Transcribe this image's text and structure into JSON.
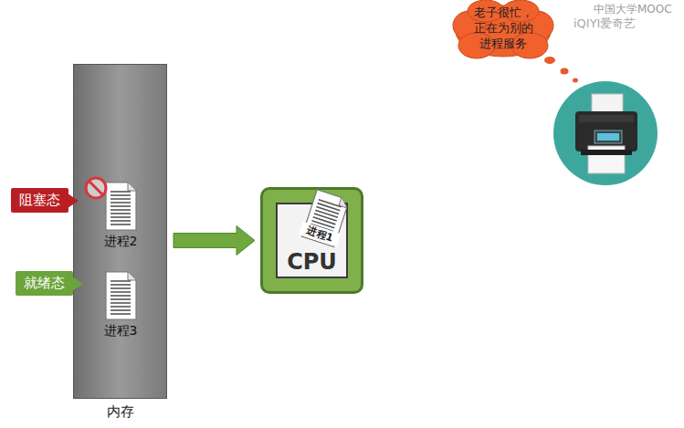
{
  "diagram": {
    "nodes": [
      {
        "text": [
          "内存"
        ]
      },
      {
        "text": [
          "进程2"
        ],
        "in": 0
      },
      {
        "text": [
          "进程3"
        ],
        "in": 0
      },
      {
        "text": [
          "CPU"
        ]
      },
      {
        "text": [
          "进程1"
        ],
        "in": 3
      },
      {
        "text": [
          "阻塞态"
        ]
      },
      {
        "text": [
          "就绪态"
        ]
      },
      {
        "text": [
          "老子很忙，正在为别的进程服务"
        ]
      }
    ],
    "edges": [
      {
        "from": 0,
        "to": 3,
        "arrow": "to"
      }
    ],
    "labels": [
      "中国大学MOOC",
      "iQIYI爱奇艺"
    ]
  }
}
